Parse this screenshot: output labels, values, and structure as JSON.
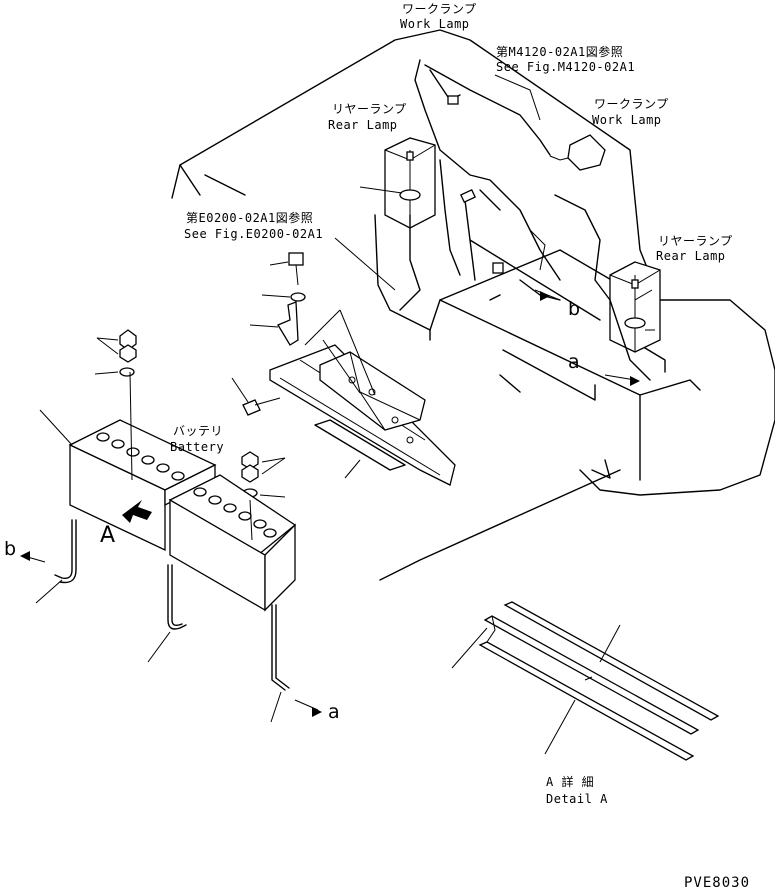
{
  "labels": {
    "work_lamp_top_jp": "ワークランプ",
    "work_lamp_top_en": "Work Lamp",
    "ref_m4120_jp": "第M4120-02A1図参照",
    "ref_m4120_en": "See Fig.M4120-02A1",
    "rear_lamp_left_jp": "リヤーランプ",
    "rear_lamp_left_en": "Rear Lamp",
    "work_lamp_right_jp": "ワークランプ",
    "work_lamp_right_en": "Work Lamp",
    "ref_e0200_jp": "第E0200-02A1図参照",
    "ref_e0200_en": "See Fig.E0200-02A1",
    "rear_lamp_right_jp": "リヤーランプ",
    "rear_lamp_right_en": "Rear Lamp",
    "battery_jp": "バッテリ",
    "battery_en": "Battery",
    "mark_a_upper": "A",
    "mark_b_right": "b",
    "mark_a_right": "a",
    "mark_b_left": "b",
    "mark_a_bottom": "a",
    "detail_jp": "A 詳 細",
    "detail_en": "Detail A",
    "drawing_code": "PVE8030"
  }
}
